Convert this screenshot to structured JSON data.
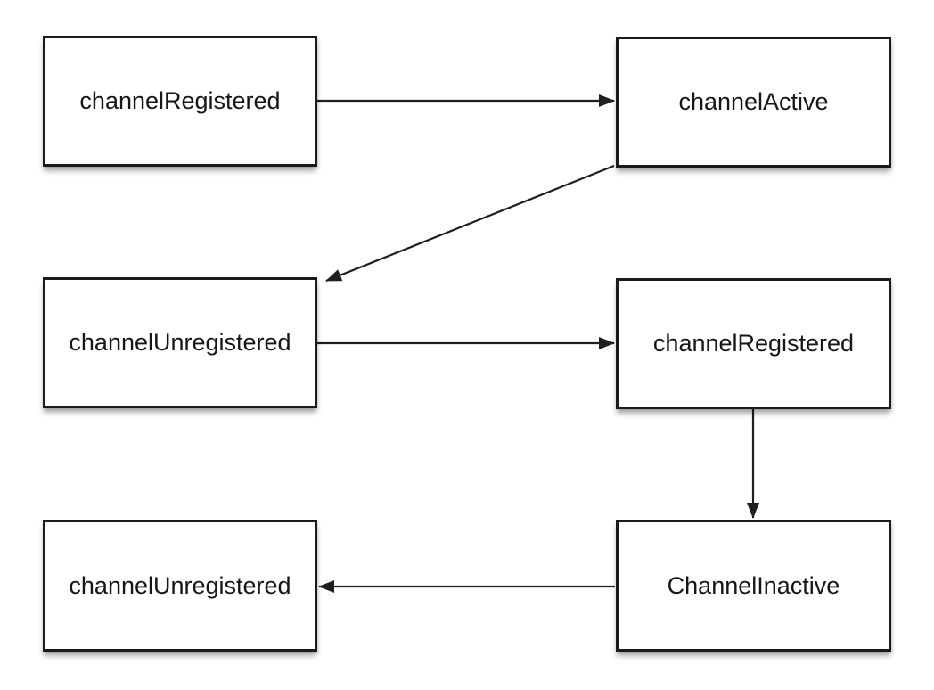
{
  "diagram": {
    "type": "flowchart",
    "background_color": "#ffffff",
    "box_fill": "#ffffff",
    "box_border_color": "#1b1b1b",
    "text_color": "#161616",
    "arrow_color": "#1f1f1f",
    "nodes": [
      {
        "id": "n1",
        "label": "channelRegistered",
        "position": "top-left"
      },
      {
        "id": "n2",
        "label": "channelActive",
        "position": "top-right"
      },
      {
        "id": "n3",
        "label": "channelUnregistered",
        "position": "middle-left"
      },
      {
        "id": "n4",
        "label": "channelRegistered",
        "position": "middle-right"
      },
      {
        "id": "n5",
        "label": "channelUnregistered",
        "position": "bottom-left"
      },
      {
        "id": "n6",
        "label": "ChannelInactive",
        "position": "bottom-right"
      }
    ],
    "edges": [
      {
        "from": "n1",
        "to": "n2",
        "from_label": "channelRegistered",
        "to_label": "channelActive"
      },
      {
        "from": "n2",
        "to": "n3",
        "from_label": "channelActive",
        "to_label": "channelUnregistered"
      },
      {
        "from": "n3",
        "to": "n4",
        "from_label": "channelUnregistered",
        "to_label": "channelRegistered"
      },
      {
        "from": "n4",
        "to": "n6",
        "from_label": "channelRegistered",
        "to_label": "ChannelInactive"
      },
      {
        "from": "n6",
        "to": "n5",
        "from_label": "ChannelInactive",
        "to_label": "channelUnregistered"
      }
    ]
  }
}
